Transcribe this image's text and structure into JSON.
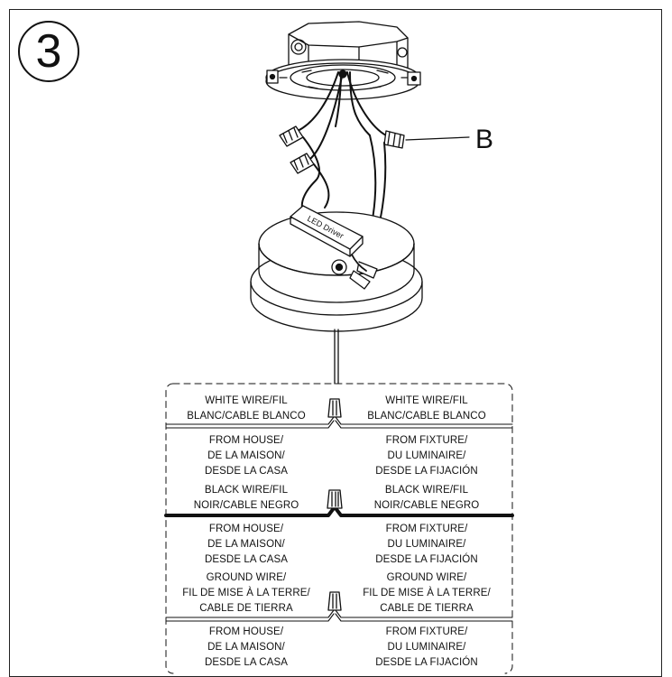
{
  "step": {
    "number": "3"
  },
  "callout": {
    "letter": "B"
  },
  "fixture": {
    "driver_label": "LED Driver"
  },
  "wiring": {
    "rows": [
      {
        "left": "WHITE WIRE/FIL\nBLANC/CABLE BLANCO",
        "right": "WHITE WIRE/FIL\nBLANC/CABLE BLANCO"
      },
      {
        "left": "FROM HOUSE/\nDE LA MAISON/\nDESDE LA CASA",
        "right": "FROM FIXTURE/\nDU LUMINAIRE/\nDESDE LA FIJACIÓN"
      },
      {
        "left": "BLACK WIRE/FIL\nNOIR/CABLE NEGRO",
        "right": "BLACK WIRE/FIL\nNOIR/CABLE NEGRO"
      },
      {
        "left": "FROM HOUSE/\nDE LA MAISON/\nDESDE LA CASA",
        "right": "FROM FIXTURE/\nDU LUMINAIRE/\nDESDE LA FIJACIÓN"
      },
      {
        "left": "GROUND WIRE/\nFIL DE MISE À LA TERRE/\nCABLE DE TIERRA",
        "right": "GROUND WIRE/\nFIL DE MISE À LA TERRE/\nCABLE DE TIERRA"
      },
      {
        "left": "FROM HOUSE/\nDE LA MAISON/\nDESDE LA CASA",
        "right": "FROM FIXTURE/\nDU LUMINAIRE/\nDESDE LA FIJACIÓN"
      }
    ]
  }
}
